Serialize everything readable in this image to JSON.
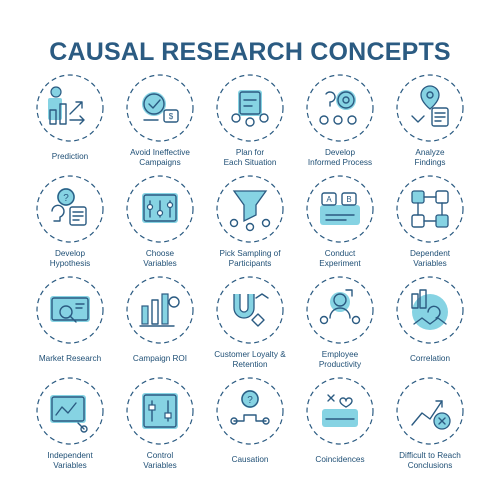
{
  "title": "CAUSAL RESEARCH CONCEPTS",
  "colors": {
    "accent": "#86d3e3",
    "stroke": "#2b5b82",
    "title": "#2b5b82"
  },
  "icons": [
    {
      "name": "prediction-icon",
      "line1": "Prediction",
      "line2": ""
    },
    {
      "name": "avoid-ineffective-campaigns-icon",
      "line1": "Avoid Ineffective",
      "line2": "Campaigns"
    },
    {
      "name": "plan-for-each-situation-icon",
      "line1": "Plan for",
      "line2": "Each Situation"
    },
    {
      "name": "develop-informed-process-icon",
      "line1": "Develop",
      "line2": "Informed Process"
    },
    {
      "name": "analyze-findings-icon",
      "line1": "Analyze",
      "line2": "Findings"
    },
    {
      "name": "develop-hypothesis-icon",
      "line1": "Develop",
      "line2": "Hypothesis"
    },
    {
      "name": "choose-variables-icon",
      "line1": "Choose",
      "line2": "Variables"
    },
    {
      "name": "pick-sampling-of-participants-icon",
      "line1": "Pick Sampling of",
      "line2": "Participants"
    },
    {
      "name": "conduct-experiment-icon",
      "line1": "Conduct",
      "line2": "Experiment"
    },
    {
      "name": "dependent-variables-icon",
      "line1": "Dependent",
      "line2": "Variables"
    },
    {
      "name": "market-research-icon",
      "line1": "Market Research",
      "line2": ""
    },
    {
      "name": "campaign-roi-icon",
      "line1": "Campaign ROI",
      "line2": ""
    },
    {
      "name": "customer-loyalty-retention-icon",
      "line1": "Customer Loyalty &",
      "line2": "Retention"
    },
    {
      "name": "employee-productivity-icon",
      "line1": "Employee",
      "line2": "Productivity"
    },
    {
      "name": "correlation-icon",
      "line1": "Correlation",
      "line2": ""
    },
    {
      "name": "independent-variables-icon",
      "line1": "Independent",
      "line2": "Variables"
    },
    {
      "name": "control-variables-icon",
      "line1": "Control",
      "line2": "Variables"
    },
    {
      "name": "causation-icon",
      "line1": "Causation",
      "line2": ""
    },
    {
      "name": "coincidences-icon",
      "line1": "Coincidences",
      "line2": ""
    },
    {
      "name": "difficult-to-reach-conclusions-icon",
      "line1": "Difficult to Reach",
      "line2": "Conclusions"
    }
  ]
}
